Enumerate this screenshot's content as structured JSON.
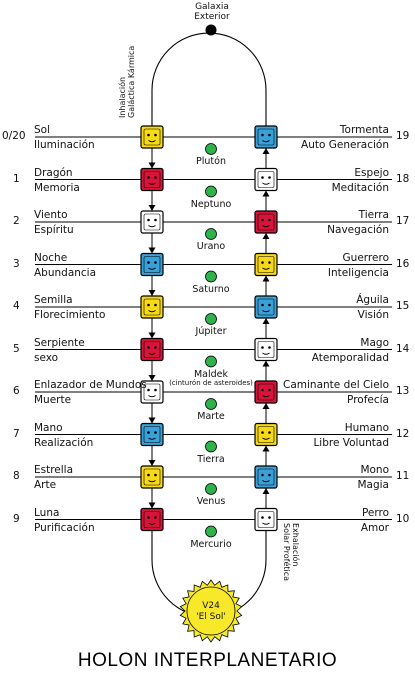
{
  "title": "HOLON INTERPLANETARIO",
  "top_label": [
    "Galaxia",
    "Exterior"
  ],
  "left_vertical": [
    "Inhalación",
    "Galáctica Kármica"
  ],
  "right_vertical": [
    "Exhalación",
    "Solar Profética"
  ],
  "sun": [
    "V24",
    "'El Sol'"
  ],
  "colors": {
    "red": "#d9143b",
    "white": "#ffffff",
    "blue": "#3aa0d8",
    "yellow": "#f7d917",
    "planet": "#2db34a",
    "sun": "#f7e92a",
    "line": "#000000"
  },
  "rows": [
    {
      "left_num": "0/20",
      "left_top": "Sol",
      "left_bottom": "Iluminación",
      "left_color": "yellow",
      "left_icon": "sun-glyph-icon",
      "planet": "Plutón",
      "planet_sub": "",
      "right_top": "Tormenta",
      "right_bottom": "Auto Generación",
      "right_num": "19",
      "right_color": "blue",
      "right_icon": "storm-glyph-icon"
    },
    {
      "left_num": "1",
      "left_top": "Dragón",
      "left_bottom": "Memoria",
      "left_color": "red",
      "left_icon": "dragon-glyph-icon",
      "planet": "Neptuno",
      "planet_sub": "",
      "right_top": "Espejo",
      "right_bottom": "Meditación",
      "right_num": "18",
      "right_color": "white",
      "right_icon": "mirror-glyph-icon"
    },
    {
      "left_num": "2",
      "left_top": "Viento",
      "left_bottom": "Espíritu",
      "left_color": "white",
      "left_icon": "wind-glyph-icon",
      "planet": "Urano",
      "planet_sub": "",
      "right_top": "Tierra",
      "right_bottom": "Navegación",
      "right_num": "17",
      "right_color": "red",
      "right_icon": "earth-glyph-icon"
    },
    {
      "left_num": "3",
      "left_top": "Noche",
      "left_bottom": "Abundancia",
      "left_color": "blue",
      "left_icon": "night-glyph-icon",
      "planet": "Saturno",
      "planet_sub": "",
      "right_top": "Guerrero",
      "right_bottom": "Inteligencia",
      "right_num": "16",
      "right_color": "yellow",
      "right_icon": "warrior-glyph-icon"
    },
    {
      "left_num": "4",
      "left_top": "Semilla",
      "left_bottom": "Florecimiento",
      "left_color": "yellow",
      "left_icon": "seed-glyph-icon",
      "planet": "Júpiter",
      "planet_sub": "",
      "right_top": "Águila",
      "right_bottom": "Visión",
      "right_num": "15",
      "right_color": "blue",
      "right_icon": "eagle-glyph-icon"
    },
    {
      "left_num": "5",
      "left_top": "Serpiente",
      "left_bottom": "sexo",
      "left_color": "red",
      "left_icon": "serpent-glyph-icon",
      "planet": "Maldek",
      "planet_sub": "(cinturón de asteroides)",
      "right_top": "Mago",
      "right_bottom": "Atemporalidad",
      "right_num": "14",
      "right_color": "white",
      "right_icon": "wizard-glyph-icon"
    },
    {
      "left_num": "6",
      "left_top": "Enlazador de Mundos",
      "left_bottom": "Muerte",
      "left_color": "white",
      "left_icon": "worldbridger-glyph-icon",
      "planet": "Marte",
      "planet_sub": "",
      "right_top": "Caminante del Cielo",
      "right_bottom": "Profecía",
      "right_num": "13",
      "right_color": "red",
      "right_icon": "skywalker-glyph-icon"
    },
    {
      "left_num": "7",
      "left_top": "Mano",
      "left_bottom": "Realización",
      "left_color": "blue",
      "left_icon": "hand-glyph-icon",
      "planet": "Tierra",
      "planet_sub": "",
      "right_top": "Humano",
      "right_bottom": "Libre Voluntad",
      "right_num": "12",
      "right_color": "yellow",
      "right_icon": "human-glyph-icon"
    },
    {
      "left_num": "8",
      "left_top": "Estrella",
      "left_bottom": "Arte",
      "left_color": "yellow",
      "left_icon": "star-glyph-icon",
      "planet": "Venus",
      "planet_sub": "",
      "right_top": "Mono",
      "right_bottom": "Magia",
      "right_num": "11",
      "right_color": "blue",
      "right_icon": "monkey-glyph-icon"
    },
    {
      "left_num": "9",
      "left_top": "Luna",
      "left_bottom": "Purificación",
      "left_color": "red",
      "left_icon": "moon-glyph-icon",
      "planet": "Mercurio",
      "planet_sub": "",
      "right_top": "Perro",
      "right_bottom": "Amor",
      "right_num": "10",
      "right_color": "white",
      "right_icon": "dog-glyph-icon"
    }
  ]
}
